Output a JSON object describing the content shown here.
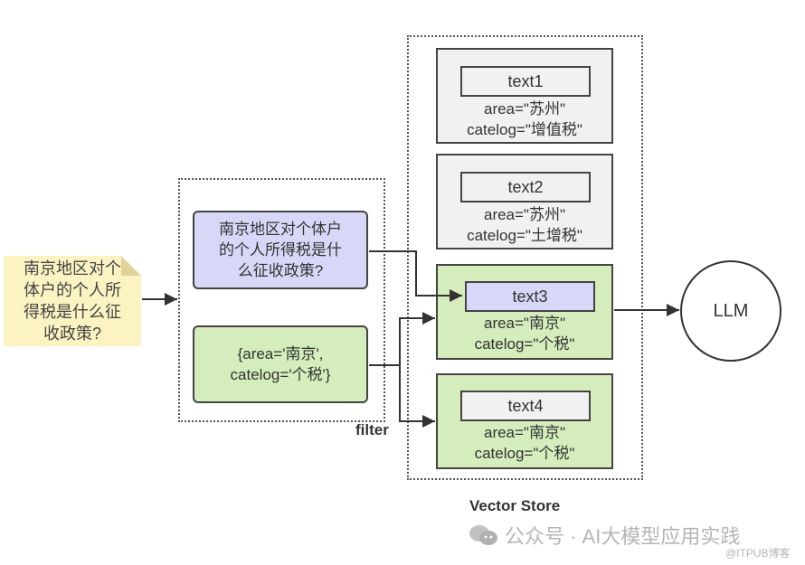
{
  "query_note": {
    "lines": [
      "南京地区对个",
      "体户的个人所",
      "得税是什么征",
      "收政策?"
    ]
  },
  "filter_stage": {
    "label": "filter",
    "query_box": {
      "lines": [
        "南京地区对个体户",
        "的个人所得税是什",
        "么征收政策?"
      ]
    },
    "filter_box": {
      "lines": [
        "{area='南京',",
        "catelog='个税'}"
      ]
    }
  },
  "vector_store": {
    "label": "Vector Store",
    "documents": [
      {
        "chunk": "text1",
        "area": "area=\"苏州\"",
        "catelog": "catelog=\"增值税\"",
        "matched": false,
        "chunk_matched": false
      },
      {
        "chunk": "text2",
        "area": "area=\"苏州\"",
        "catelog": "catelog=\"土增税\"",
        "matched": false,
        "chunk_matched": false
      },
      {
        "chunk": "text3",
        "area": "area=\"南京\"",
        "catelog": "catelog=\"个税\"",
        "matched": true,
        "chunk_matched": true
      },
      {
        "chunk": "text4",
        "area": "area=\"南京\"",
        "catelog": "catelog=\"个税\"",
        "matched": true,
        "chunk_matched": false
      }
    ]
  },
  "llm": {
    "label": "LLM"
  },
  "watermark": {
    "icon": "wechat-icon",
    "text": "公众号 · AI大模型应用实践",
    "copyright": "@ITPUB博客"
  },
  "colors": {
    "note": "#fbf3c2",
    "query": "#d7d8f7",
    "match": "#d5edbc",
    "nonmatch": "#f1f1f1"
  }
}
